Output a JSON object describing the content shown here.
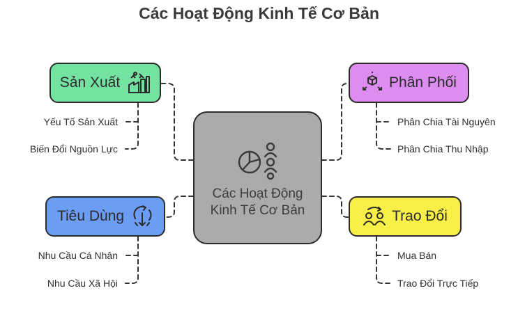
{
  "title": "Các Hoạt Động Kinh Tế Cơ Bản",
  "center": {
    "label": "Các Hoạt Động Kinh Tế Cơ Bản",
    "icon": "pie-chart-people-icon"
  },
  "nodes": {
    "san_xuat": {
      "label": "Sản Xuất",
      "icon": "factory-icon",
      "children": [
        "Yếu Tố Sản Xuất",
        "Biến Đổi Nguồn Lực"
      ]
    },
    "phan_phoi": {
      "label": "Phân Phối",
      "icon": "distribution-boxes-icon",
      "children": [
        "Phân Chia Tài Nguyên",
        "Phân Chia Thu Nhập"
      ]
    },
    "tieu_dung": {
      "label": "Tiêu Dùng",
      "icon": "consumption-cycle-icon",
      "children": [
        "Nhu Cầu Cá Nhân",
        "Nhu Cầu Xã Hội"
      ]
    },
    "trao_doi": {
      "label": "Trao Đổi",
      "icon": "exchange-people-icon",
      "children": [
        "Mua Bán",
        "Trao Đổi Trực Tiếp"
      ]
    }
  },
  "colors": {
    "san_xuat": "#74e3a2",
    "phan_phoi": "#dd8cf0",
    "tieu_dung": "#6b9df5",
    "trao_doi": "#f8ef48",
    "center": "#ababab"
  }
}
